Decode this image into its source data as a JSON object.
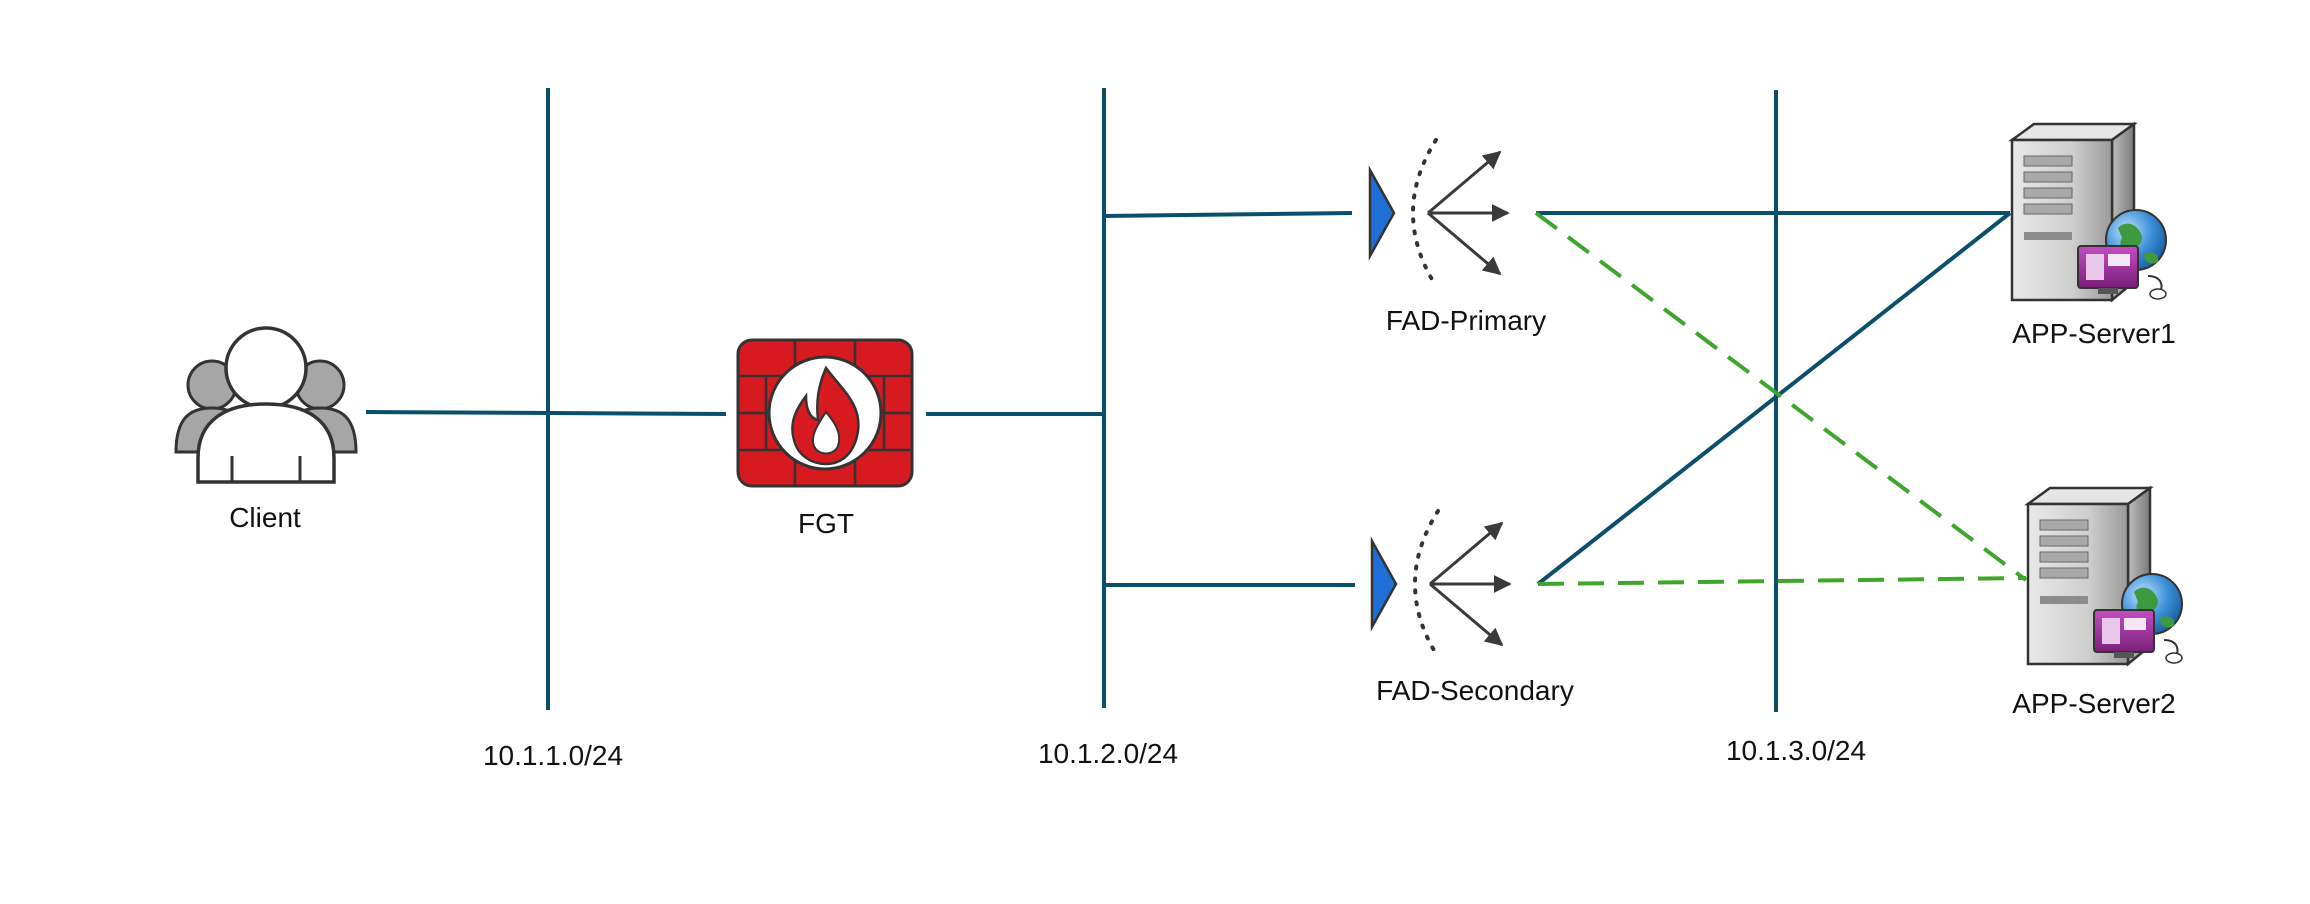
{
  "nodes": {
    "client": {
      "label": "Client",
      "icon": "users-group-icon"
    },
    "fgt": {
      "label": "FGT",
      "icon": "firewall-flame-icon"
    },
    "fad_primary": {
      "label": "FAD-Primary",
      "icon": "load-balancer-icon"
    },
    "fad_secondary": {
      "label": "FAD-Secondary",
      "icon": "load-balancer-icon"
    },
    "app_server1": {
      "label": "APP-Server1",
      "icon": "web-server-icon"
    },
    "app_server2": {
      "label": "APP-Server2",
      "icon": "web-server-icon"
    }
  },
  "networks": [
    {
      "label": "10.1.1.0/24"
    },
    {
      "label": "10.1.2.0/24"
    },
    {
      "label": "10.1.3.0/24"
    }
  ],
  "colors": {
    "link": "#0b4f6c",
    "standby_link": "#3ea62b",
    "firewall": "#d71920",
    "server_accent": "#8e2b8e",
    "lb_wedge": "#1f6fd6"
  }
}
